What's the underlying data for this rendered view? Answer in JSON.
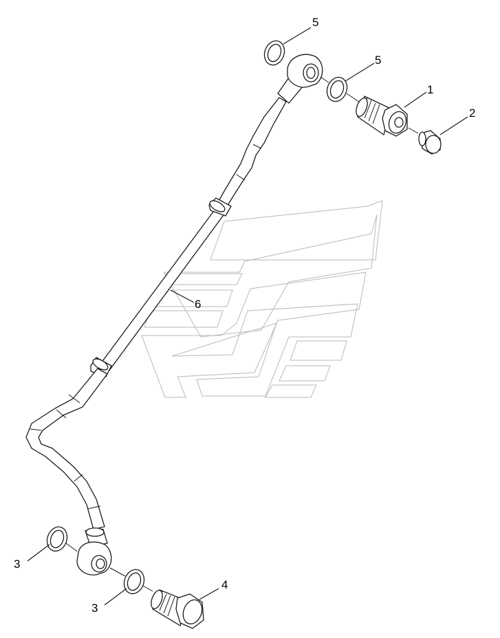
{
  "diagram": {
    "callouts": [
      {
        "id": "c1",
        "label": "1"
      },
      {
        "id": "c2",
        "label": "2"
      },
      {
        "id": "c3a",
        "label": "3"
      },
      {
        "id": "c3b",
        "label": "3"
      },
      {
        "id": "c4",
        "label": "4"
      },
      {
        "id": "c5a",
        "label": "5"
      },
      {
        "id": "c5b",
        "label": "5"
      },
      {
        "id": "c6",
        "label": "6"
      }
    ]
  }
}
